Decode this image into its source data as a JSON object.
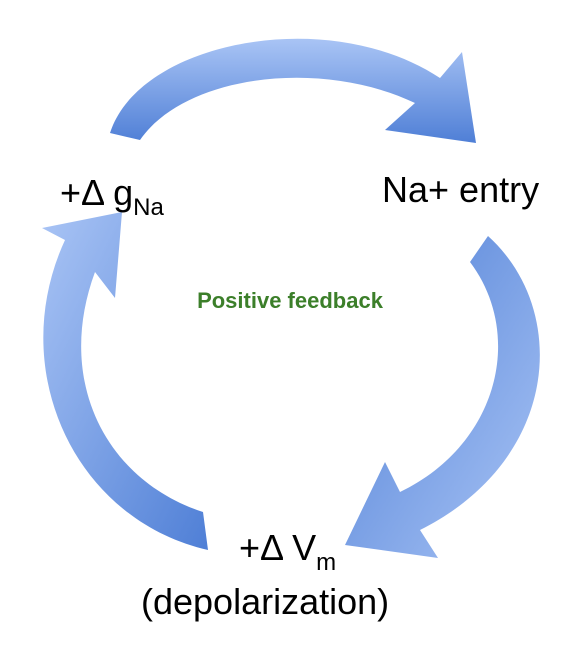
{
  "colors": {
    "arrow_light": "#a9c4f5",
    "arrow_dark": "#4f7fd6",
    "center_label": "#3c7f2a",
    "text": "#000000"
  },
  "nodes": {
    "gna": {
      "prefix": "+Δ g",
      "subscript": "Na"
    },
    "na_entry": {
      "label": "Na+ entry"
    },
    "vm": {
      "prefix": "+Δ V",
      "subscript": "m",
      "second_line": "(depolarization)"
    }
  },
  "center": {
    "label": "Positive feedback"
  }
}
